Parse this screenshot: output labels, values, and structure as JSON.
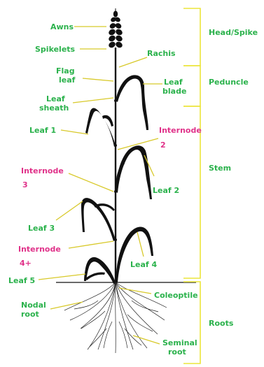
{
  "labels": {
    "awns": "Awns",
    "spikelets": "Spikelets",
    "rachis": "Rachis",
    "flag_leaf_1": "Flag",
    "flag_leaf_2": "leaf",
    "leaf_blade_1": "Leaf",
    "leaf_blade_2": "blade",
    "leaf_sheath_1": "Leaf",
    "leaf_sheath_2": "sheath",
    "leaf_1": "Leaf 1",
    "internode_2_a": "Internode",
    "internode_2_b": "2",
    "internode_3_a": "Internode",
    "internode_3_b": "3",
    "leaf_2": "Leaf 2",
    "leaf_3": "Leaf 3",
    "internode_4_a": "Internode",
    "internode_4_b": "4+",
    "leaf_4": "Leaf 4",
    "leaf_5": "Leaf 5",
    "coleoptile": "Coleoptile",
    "nodal_root_1": "Nodal",
    "nodal_root_2": "root",
    "seminal_root_1": "Seminal",
    "seminal_root_2": "root"
  },
  "sections": {
    "head_spike": "Head/Spike",
    "peduncle": "Peduncle",
    "stem": "Stem",
    "roots": "Roots"
  },
  "colors": {
    "part_label": "#2bb24c",
    "internode_label": "#e0338a",
    "leader_line": "#d8c92a",
    "bracket": "#ece53a",
    "plant": "#111111"
  }
}
